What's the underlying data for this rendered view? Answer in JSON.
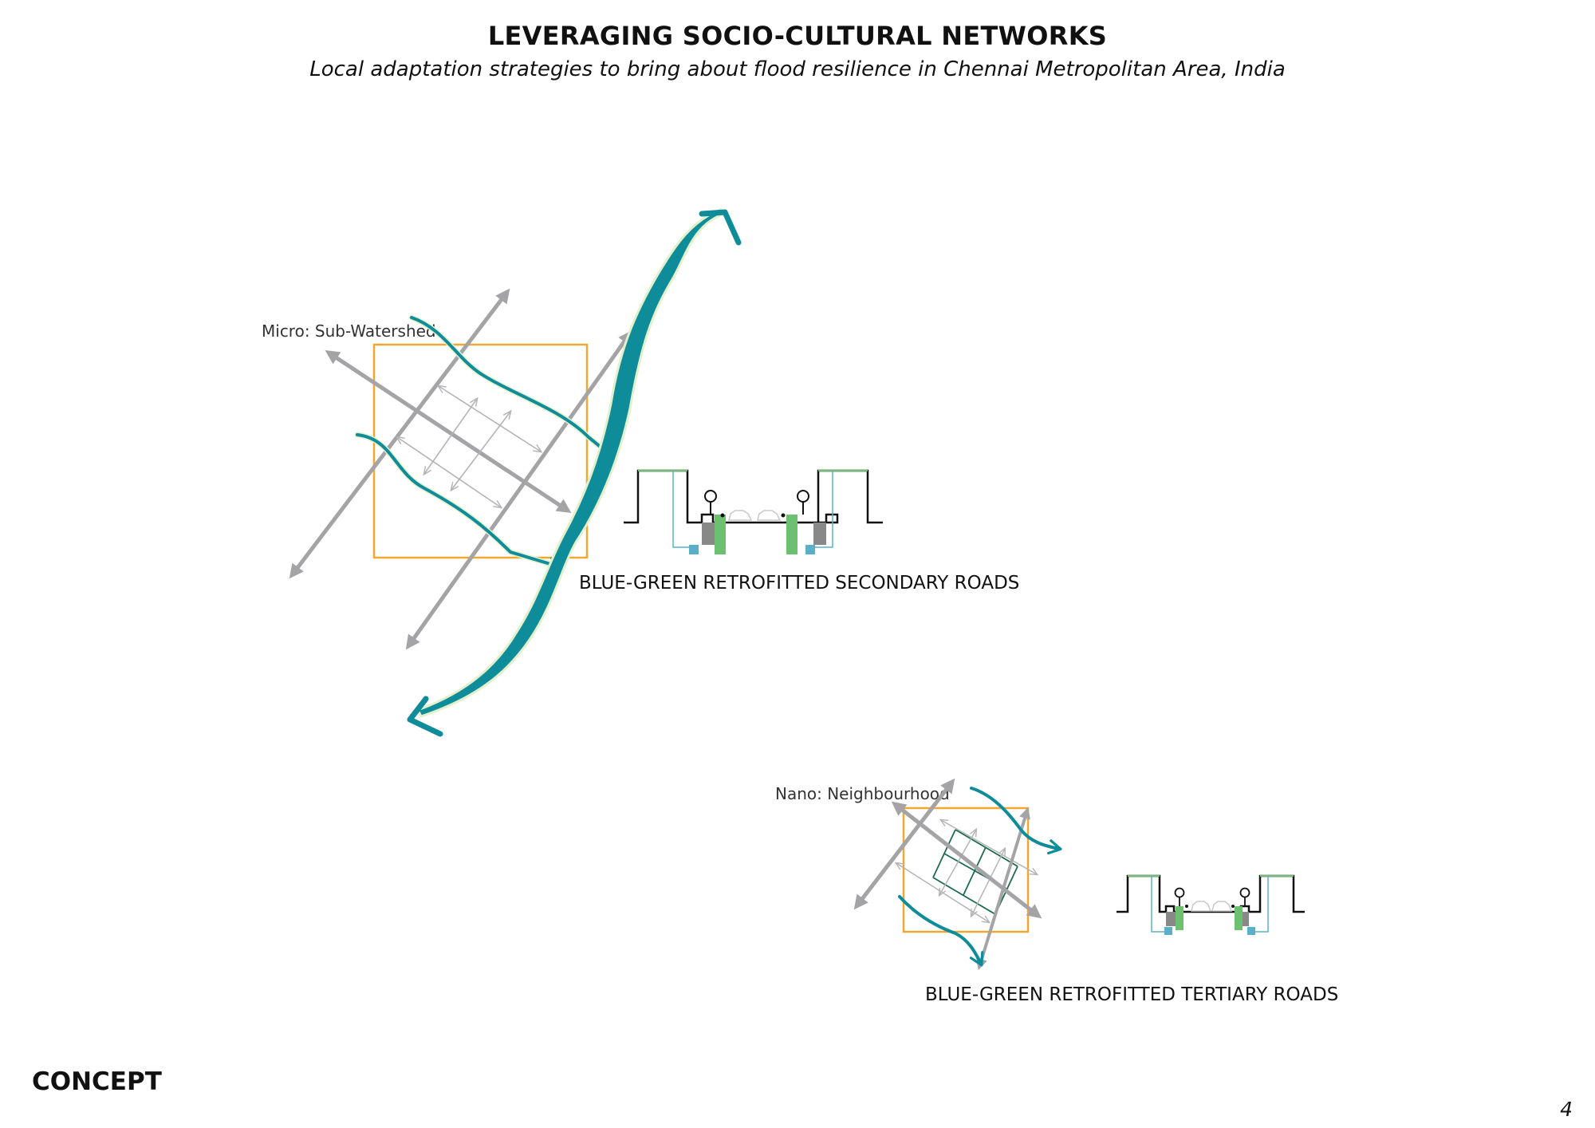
{
  "header": {
    "title": "LEVERAGING SOCIO-CULTURAL NETWORKS",
    "subtitle": "Local adaptation strategies to bring about flood resilience in Chennai Metropolitan Area, India"
  },
  "micro": {
    "scale_label": "Micro: Sub-Watershed",
    "road_label": "BLUE-GREEN RETROFITTED SECONDARY ROADS"
  },
  "nano": {
    "scale_label": "Nano: Neighbourhood",
    "road_label": "BLUE-GREEN RETROFITTED TERTIARY ROADS"
  },
  "footer": {
    "section": "CONCEPT",
    "page": "4"
  },
  "colors": {
    "water": "#0e8c9a",
    "boundary": "#f0a830",
    "network": "#a4a4a6",
    "green_grid": "#1e6b4f",
    "green_infra": "#6cc070",
    "storage": "#5ab0c8"
  }
}
